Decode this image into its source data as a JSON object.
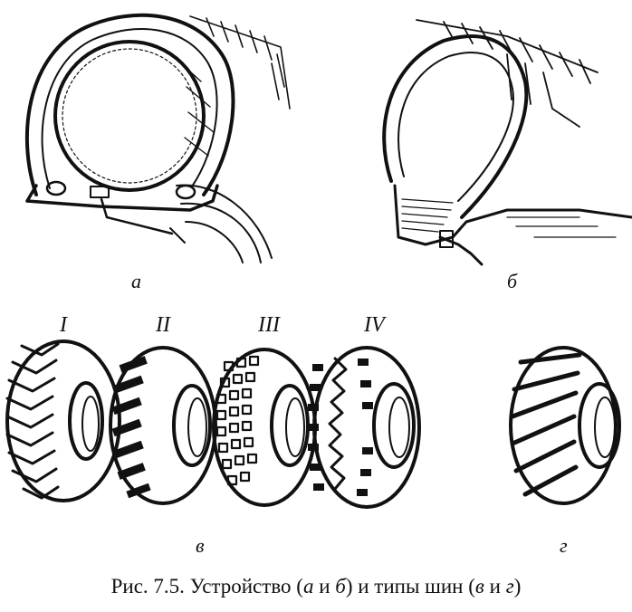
{
  "figure": {
    "labels": {
      "a": "а",
      "b": "б",
      "v": "в",
      "g": "г"
    },
    "tire_types": [
      "I",
      "II",
      "III",
      "IV"
    ],
    "caption": {
      "prefix": "Рис. 7.5. Устройство (",
      "a": "а",
      "and1": " и ",
      "b": "б",
      "mid": ") и типы шин (",
      "v": "в",
      "and2": " и ",
      "g": "г",
      "suffix": ")"
    }
  }
}
